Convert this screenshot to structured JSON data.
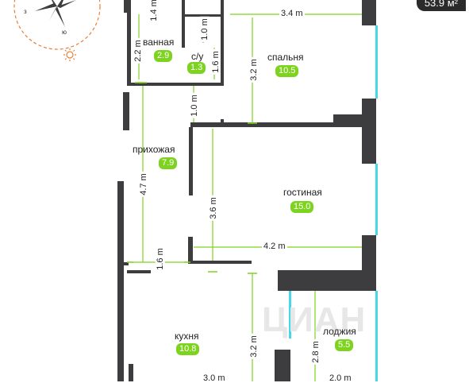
{
  "total_area": "53.9 м²",
  "watermark": "ЦИАН",
  "compass": {
    "west_letter": "з",
    "south_letter": "ю"
  },
  "rooms": {
    "bathroom": {
      "name": "ванная",
      "area": "2.9"
    },
    "wc": {
      "name": "с/у",
      "area": "1.3"
    },
    "bedroom": {
      "name": "спальня",
      "area": "10.5"
    },
    "hallway": {
      "name": "прихожая",
      "area": "7.9"
    },
    "living": {
      "name": "гостиная",
      "area": "15.0"
    },
    "kitchen": {
      "name": "кухня",
      "area": "10.8"
    },
    "loggia": {
      "name": "лоджия",
      "area": "5.5"
    }
  },
  "dimensions": {
    "bath_width": "1.4 m",
    "bath_height": "2.2 m",
    "wc_top": "1.0 m",
    "wc_side": "1.6 m",
    "bedroom_width": "3.4 m",
    "bedroom_height": "3.2 m",
    "corridor": "1.0 m",
    "hall_height": "4.7 m",
    "hall_width": "1.6 m",
    "living_height": "3.6 m",
    "living_width": "4.2 m",
    "kitchen_height": "3.2 m",
    "kitchen_width": "3.0 m",
    "loggia_height": "2.8 m",
    "loggia_width": "2.0 m"
  },
  "colors": {
    "wall": "#3d3d3f",
    "window": "#47d8e8",
    "accent": "#7ed321",
    "compass": "#e8803a"
  }
}
